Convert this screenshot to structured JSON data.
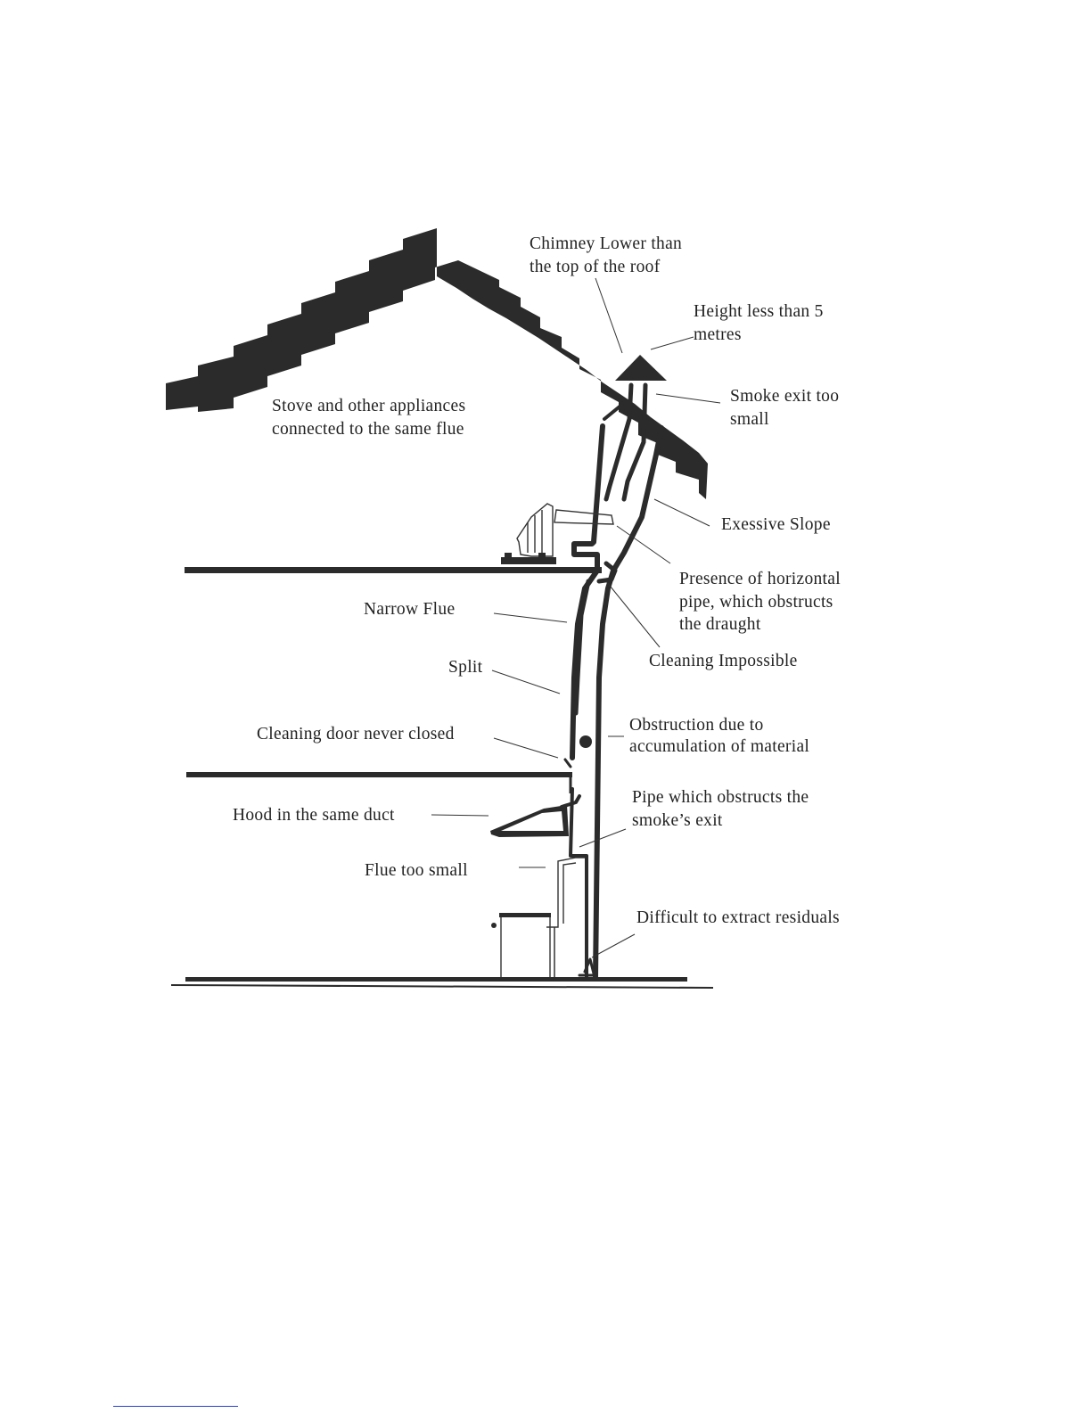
{
  "diagram": {
    "labels": {
      "chimney_lower": [
        "Chimney Lower than",
        "the top of the roof"
      ],
      "height_less": [
        "Height less than 5",
        "metres"
      ],
      "smoke_exit": [
        "Smoke exit too",
        "small"
      ],
      "stove_appliances": [
        "Stove and other appliances",
        "connected to the same flue"
      ],
      "excessive_slope": [
        "Exessive Slope"
      ],
      "horizontal_pipe": [
        "Presence of horizontal",
        "pipe, which obstructs",
        "the draught"
      ],
      "narrow_flue": [
        "Narrow Flue"
      ],
      "cleaning_impossible": [
        "Cleaning Impossible"
      ],
      "split": [
        "Split"
      ],
      "obstruction": [
        "Obstruction due to",
        "accumulation of material"
      ],
      "cleaning_door": [
        "Cleaning door never closed"
      ],
      "hood_duct": [
        "Hood in the same duct"
      ],
      "pipe_obstructs": [
        "Pipe which obstructs the",
        "smoke’s exit"
      ],
      "flue_too_small": [
        "Flue too small"
      ],
      "difficult_extract": [
        "Difficult to extract residuals"
      ]
    }
  }
}
